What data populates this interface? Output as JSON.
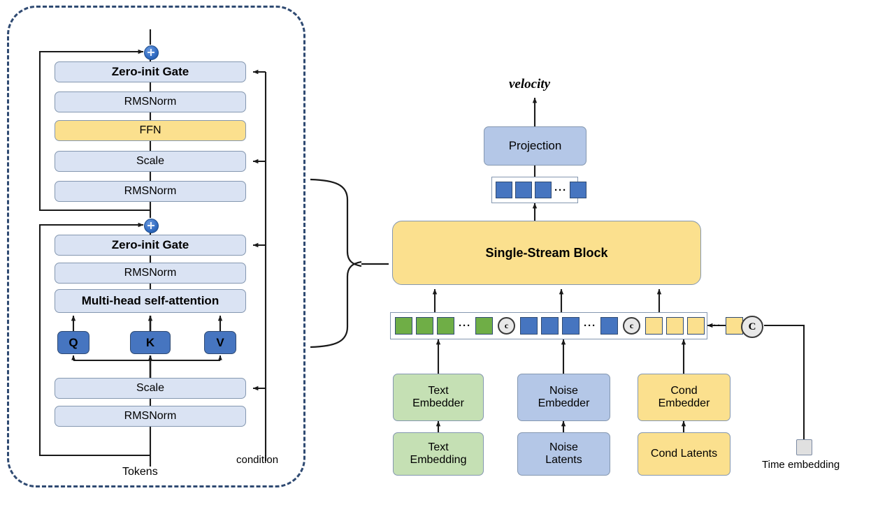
{
  "figure": {
    "title": "Single-Stream Block diffusion transformer architecture",
    "colors": {
      "light_blue": "#DAE3F3",
      "mid_blue": "#B4C7E7",
      "dark_blue": "#4675C0",
      "yellow": "#FBE08E",
      "green": "#C5E0B4",
      "token_green": "#6FAE46",
      "gray": "#E0E0E0",
      "outline": "#8497B0",
      "dashed_border": "#2F4A72",
      "arrow": "#1A1A1A"
    }
  },
  "left_panel": {
    "name": "block-detail",
    "ffn_branch": {
      "gate_label": "Zero-init Gate",
      "norm_top_label": "RMSNorm",
      "ffn_label": "FFN",
      "scale_label": "Scale",
      "norm_bottom_label": "RMSNorm"
    },
    "attention_branch": {
      "gate_label": "Zero-init Gate",
      "norm_top_label": "RMSNorm",
      "attention_label": "Multi-head self-attention",
      "q_label": "Q",
      "k_label": "K",
      "v_label": "V",
      "scale_label": "Scale",
      "norm_bottom_label": "RMSNorm"
    },
    "input_label": "Tokens",
    "condition_label": "condition",
    "residual_symbol": "+"
  },
  "right_panel": {
    "name": "pipeline-overview",
    "output_label": "velocity",
    "projection_label": "Projection",
    "block_label": "Single-Stream Block",
    "concat_symbol": "c",
    "time_concat_symbol": "C",
    "time_embedding_label": "Time embedding",
    "output_tokens": {
      "name": "output-token-strip",
      "dots": "···",
      "groups": [
        {
          "color": "blue",
          "count": 3,
          "trailing_dots": true,
          "tail": 1
        }
      ]
    },
    "input_tokens": {
      "name": "input-token-strip",
      "dots": "···",
      "groups": [
        {
          "kind": "text",
          "color": "green",
          "count": 3,
          "trailing_dots": true,
          "tail": 1
        },
        {
          "kind": "noise",
          "color": "blue",
          "count": 3,
          "trailing_dots": true,
          "tail": 1
        },
        {
          "kind": "cond",
          "color": "yellow",
          "count": 3,
          "trailing_dots": true,
          "tail": 1
        }
      ]
    },
    "streams": [
      {
        "name": "text-stream",
        "embedder_label": "Text\nEmbedder",
        "source_label": "Text\nEmbedding",
        "color": "green"
      },
      {
        "name": "noise-stream",
        "embedder_label": "Noise\nEmbedder",
        "source_label": "Noise\nLatents",
        "color": "mid-blue"
      },
      {
        "name": "cond-stream",
        "embedder_label": "Cond\nEmbedder",
        "source_label": "Cond Latents",
        "color": "yellow"
      }
    ]
  }
}
